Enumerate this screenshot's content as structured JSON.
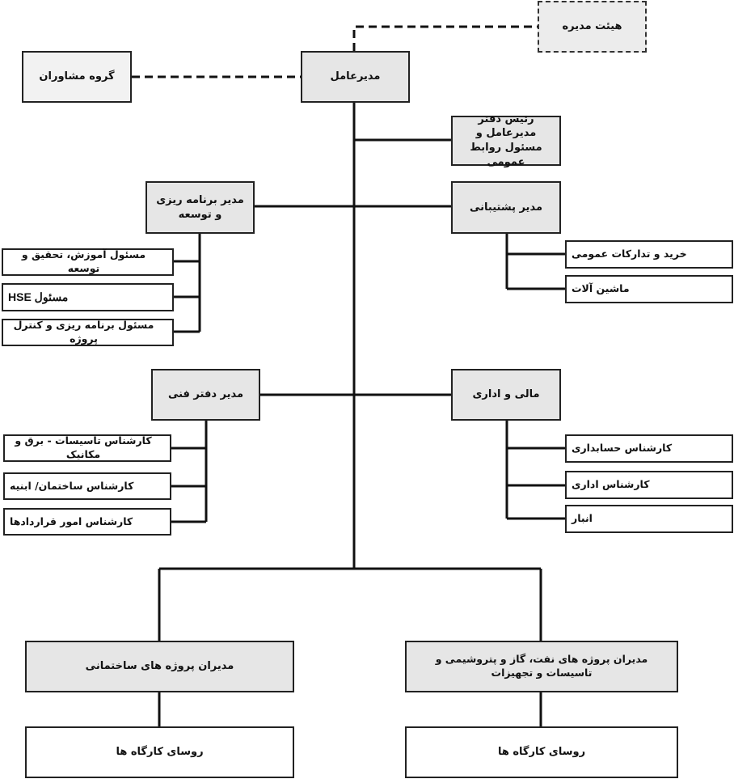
{
  "nodes": {
    "board": "هیئت مدیره",
    "advisors": "گروه مشاوران",
    "ceo": "مدیرعامل",
    "ceo_office": "رئیس دفتر مدیرعامل و مسئول روابط عمومی",
    "planning_manager": "مدیر برنامه ریزی و توسعه",
    "support_manager": "مدیر پشتیبانی",
    "training_rd": "مسئول آموزش، تحقیق و توسعه",
    "hse": "مسئول HSE",
    "project_control": "مسئول برنامه ریزی و کنترل پروژه",
    "procurement": "خرید و تدارکات عمومی",
    "machinery": "ماشین آلات",
    "technical_manager": "مدیر دفتر فنی",
    "finance_admin": "مالی و اداری",
    "electrical_mechanical": "کارشناس تاسیسات - برق و مکانیک",
    "building_expert": "کارشناس ساختمان/ ابنیه",
    "contracts_expert": "کارشناس امور قراردادها",
    "accounting_expert": "کارشناس حسابداری",
    "admin_expert": "کارشناس اداری",
    "warehouse": "انبار",
    "construction_projects": "مدیران پروژه های ساختمانی",
    "oil_gas_projects": "مدیران پروژه های نفت، گاز و پتروشیمی و تاسیسات و تجهیزات",
    "site_heads_left": "روسای کارگاه ها",
    "site_heads_right": "روسای کارگاه ها"
  }
}
